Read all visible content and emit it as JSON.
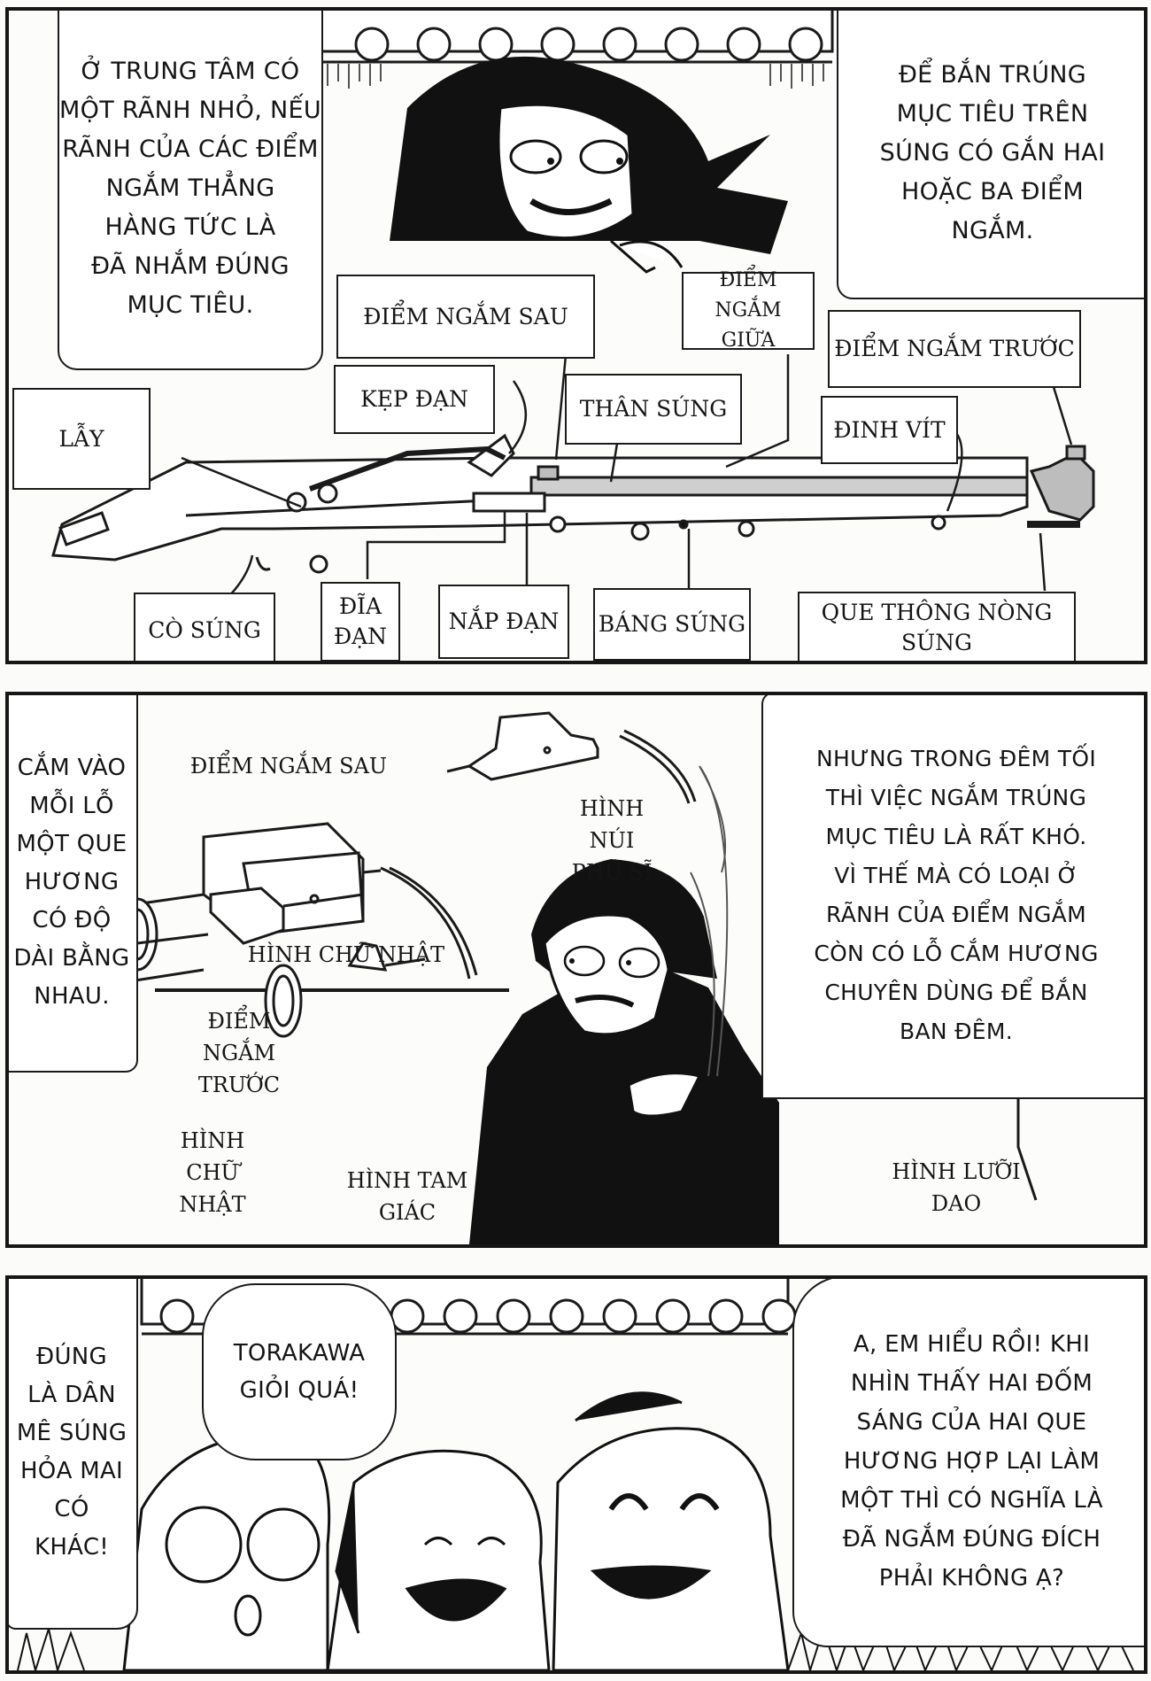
{
  "page": {
    "kind": "manga page",
    "language": "Vietnamese"
  },
  "panel1": {
    "bubble_left": "Ở TRUNG TÂM CÓ\nMỘT RÃNH NHỎ, NẾU\nRÃNH CỦA CÁC ĐIỂM\nNGẮM THẲNG\nHÀNG TỨC LÀ\nĐÃ NHẮM ĐÚNG\nMỤC TIÊU.",
    "bubble_right": "ĐỂ BẮN TRÚNG\nMỤC TIÊU TRÊN\nSÚNG CÓ GẮN HAI\nHOẶC BA ĐIỂM\nNGẮM.",
    "labels": {
      "rear_sight": "ĐIỂM NGẮM SAU",
      "middle_sight": "ĐIỂM NGẮM\nGIỮA",
      "front_sight": "ĐIỂM NGẮM TRƯỚC",
      "serpentine": "LẪY",
      "clamp": "KẸP ĐẠN",
      "barrel": "THÂN SÚNG",
      "screw": "ĐINH VÍT",
      "trigger": "CÒ SÚNG",
      "pan": "ĐĨA\nĐẠN",
      "pan_cover": "NẮP ĐẠN",
      "stock": "BÁNG SÚNG",
      "ramrod": "QUE THÔNG NÒNG SÚNG"
    }
  },
  "panel2": {
    "bubble_left": "CẮM VÀO\nMỖI LỖ\nMỘT QUE\nHƯƠNG\nCÓ ĐỘ\nDÀI BẰNG\nNHAU.",
    "bubble_right": "NHƯNG TRONG ĐÊM TỐI\nTHÌ VIỆC NGẮM TRÚNG\nMỤC TIÊU LÀ RẤT KHÓ.\nVÌ THẾ MÀ CÓ LOẠI Ở\nRÃNH CỦA ĐIỂM NGẮM\nCÒN CÓ LỖ CẮM HƯƠNG\nCHUYÊN DÙNG ĐỂ BẮN\nBAN ĐÊM.",
    "captions": {
      "rear_sight_title": "ĐIỂM NGẮM SAU",
      "rear_rect": "HÌNH CHỮ NHẬT",
      "rear_fuji": "HÌNH NÚI\nPHÚ SĨ",
      "front_sight_title": "ĐIỂM NGẮM\nTRƯỚC",
      "front_rect": "HÌNH\nCHỮ\nNHẬT",
      "front_triangle": "HÌNH TAM\nGIÁC",
      "front_blade": "HÌNH LƯỠI\nDAO"
    }
  },
  "panel3": {
    "bubble_left": "ĐÚNG\nLÀ DÂN\nMÊ SÚNG\nHỎA MAI\nCÓ\nKHÁC!",
    "bubble_middle": "TORAKAWA\nGIỎI QUÁ!",
    "bubble_right": "A, EM HIỂU RỒI! KHI\nNHÌN THẤY HAI ĐỐM\nSÁNG CỦA HAI QUE\nHƯƠNG HỢP LẠI LÀM\nMỘT THÌ CÓ NGHĨA LÀ\nĐÃ NGẮM ĐÚNG ĐÍCH\nPHẢI KHÔNG Ạ?"
  },
  "colors": {
    "ink": "#151515",
    "paper": "#fbfbfa"
  }
}
